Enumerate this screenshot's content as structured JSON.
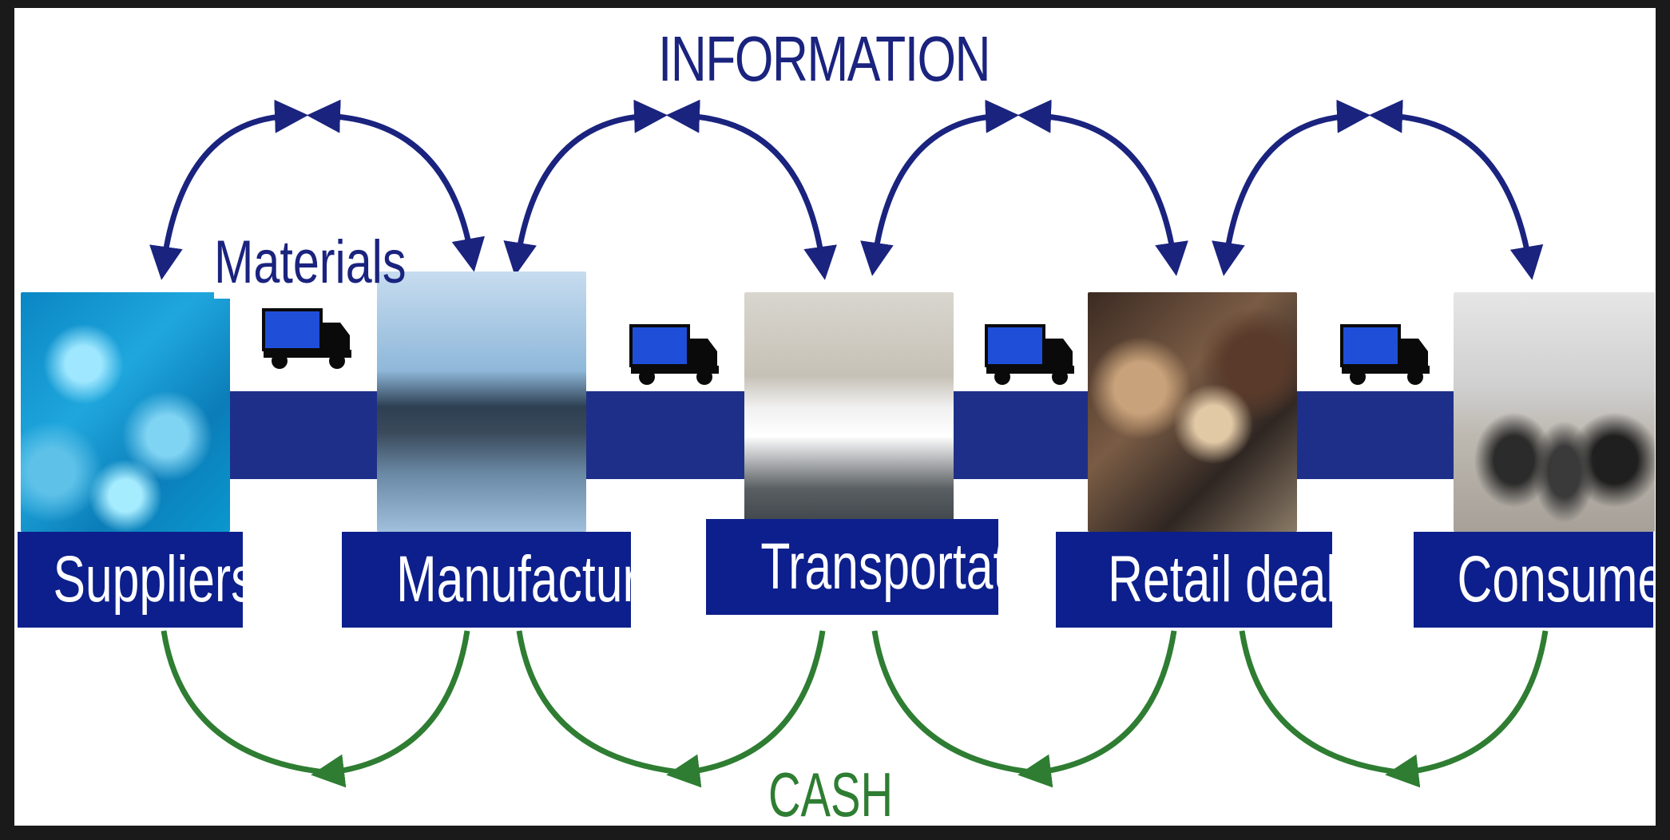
{
  "diagram": {
    "title_top": "INFORMATION",
    "title_bottom": "CASH",
    "flow_label": "Materials",
    "stages": [
      {
        "label": "Suppliers"
      },
      {
        "label": "Manufacturers"
      },
      {
        "label": "Transportation"
      },
      {
        "label": "Retail dealers"
      },
      {
        "label": "Consumers"
      }
    ],
    "colors": {
      "information_arrows": "#1a237e",
      "cash_arrows": "#2e7d32",
      "label_box": "#0d1f8c",
      "flow_band": "#1e2f8a",
      "truck": "#1f4fd8"
    }
  }
}
